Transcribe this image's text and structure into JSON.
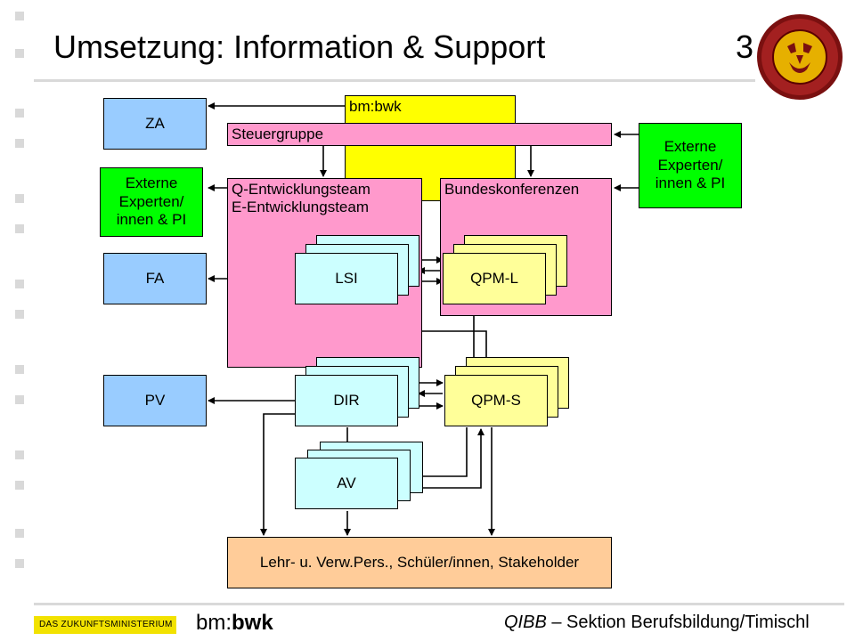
{
  "slide": {
    "title": "Umsetzung: Information & Support",
    "page_number": "3"
  },
  "diagram": {
    "bmbwk": "bm:bwk",
    "steuergruppe": "Steuergruppe",
    "za": "ZA",
    "externe_left": "Externe Experten/ innen & PI",
    "externe_right": "Externe Experten/ innen & PI",
    "fa": "FA",
    "pv": "PV",
    "q_team": "Q-Entwicklungsteam",
    "e_team": "E-Entwicklungsteam",
    "bundeskonferenzen": "Bundeskonferenzen",
    "lsi": "LSI",
    "qpm_l": "QPM-L",
    "dir": "DIR",
    "qpm_s": "QPM-S",
    "av": "AV",
    "bottom": "Lehr- u. Verw.Pers., Schüler/innen, Stakeholder"
  },
  "footer": {
    "qibb": "QIBB",
    "text": " – Sektion Berufsbildung/Timischl",
    "zukunft_logo": "DAS ZUKUNFTSMINISTERIUM",
    "bmbwk_logo_light": "bm:",
    "bmbwk_logo_bold": "bwk"
  },
  "colors": {
    "blue": "#99ccff",
    "green": "#00ff00",
    "pink": "#ff99cc",
    "yellow": "#ffff00",
    "light_yellow": "#ffff99",
    "cyan": "#ccffff",
    "orange": "#ffcc99",
    "bullet_gray": "#d9d9d9"
  }
}
